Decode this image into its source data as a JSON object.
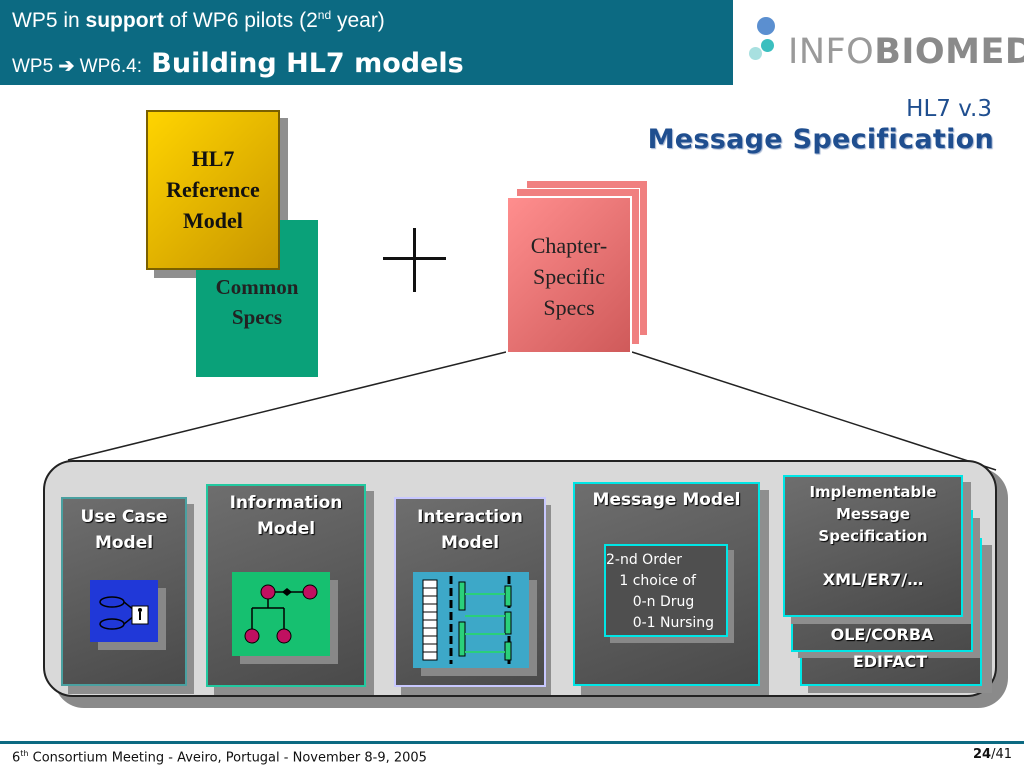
{
  "header": {
    "line1_prefix": "WP5 in",
    "line1_bold": "support",
    "line1_mid": "of WP6 pilots (2",
    "line1_sup": "nd",
    "line1_suffix": " year)",
    "line2_prefix": "WP5",
    "line2_mid": "WP6.4:",
    "line2_bold": "Building HL7 models"
  },
  "logo": {
    "text_light": "INFO",
    "text_bold": "BIOMED",
    "colors": {
      "dot_blue": "#5b8fd0",
      "dot_teal": "#3bbfbf",
      "dot_light": "#a8e0e0"
    }
  },
  "subtitle": {
    "version": "HL7 v.3",
    "main": "Message Specification"
  },
  "top": {
    "reference_model": "HL7 Reference Model",
    "reference_lines": [
      "HL7",
      "Reference",
      "Model"
    ],
    "common_specs_lines": [
      "Common",
      "Specs"
    ],
    "chapter_specs_lines": [
      "Chapter-",
      "Specific",
      "Specs"
    ]
  },
  "cards": {
    "use_case": [
      "Use Case",
      "Model"
    ],
    "information": [
      "Information",
      "Model"
    ],
    "interaction": [
      "Interaction",
      "Model"
    ],
    "message": [
      "Message Model"
    ],
    "message_inner": "2-nd Order\n   1 choice of\n      0-n Drug\n      0-1 Nursing",
    "implementable": [
      "Implementable",
      "Message",
      "Specification"
    ],
    "xml": "XML/ER7/…",
    "ole": "OLE/CORBA",
    "edifact": "EDIFACT"
  },
  "footer": {
    "ord": "6",
    "ord_sup": "th",
    "text": " Consortium Meeting  - Aveiro, Portugal  - November 8-9, 2005",
    "page": "24",
    "total": "/41"
  },
  "colors": {
    "header_bg": "#0c6a82",
    "title_blue": "#1f4e8f",
    "common_green": "#0aa179",
    "reference_gold": "#e6b800",
    "chapter_red": "#e87272",
    "card_cyan": "#00e6e6"
  }
}
